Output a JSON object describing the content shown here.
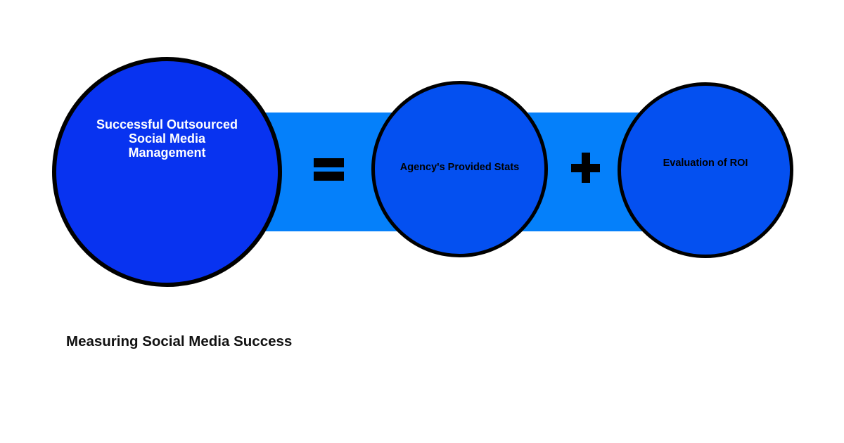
{
  "title": "Measuring Social Media Success",
  "equation": {
    "result": {
      "label": "Successful Outsourced Social Media Management",
      "lines": [
        "Successful Outsourced",
        "Social Media",
        "Management"
      ]
    },
    "equals_symbol": "=",
    "operand1": {
      "label": "Agency's Provided Stats"
    },
    "plus_symbol": "+",
    "operand2": {
      "label": "Evaluation of ROI"
    }
  },
  "colors": {
    "background": "#ffffff",
    "connector_band": "#0580FA",
    "result_circle_fill": "#0833F0",
    "operand_circle_fill": "#0450F0",
    "circle_border": "#000000",
    "result_text": "#ffffff",
    "operand_text": "#000000",
    "operator_glyphs": "#000000",
    "title_text": "#111111"
  }
}
